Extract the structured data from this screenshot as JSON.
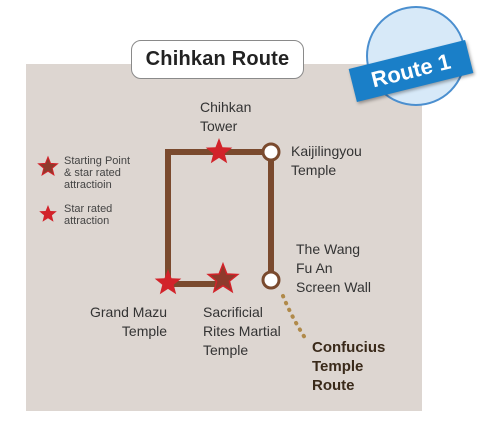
{
  "title": "Chihkan Route",
  "badge": "Route 1",
  "colors": {
    "panel": "#ddd6d1",
    "route_line": "#7a4a2e",
    "star_red": "#d2232a",
    "star_start": "#8e3a2c",
    "dotted_path": "#b08a4a",
    "badge_blue": "#1a7fc8"
  },
  "legend": [
    {
      "icon": "starting-point-star-icon",
      "text": "Starting Point\n& star rated\nattractioin"
    },
    {
      "icon": "star-rated-icon",
      "text": "Star rated\nattraction"
    }
  ],
  "places": {
    "chihkan_tower": "Chihkan\nTower",
    "kaijilingyou_temple": "Kaijilingyou\nTemple",
    "wang_fu_an": "The Wang\nFu An\nScreen Wall",
    "grand_mazu_temple": "Grand Mazu\nTemple",
    "sacrificial_rites": "Sacrificial\nRites Martial\nTemple",
    "confucius_route": "Confucius\nTemple\nRoute"
  }
}
